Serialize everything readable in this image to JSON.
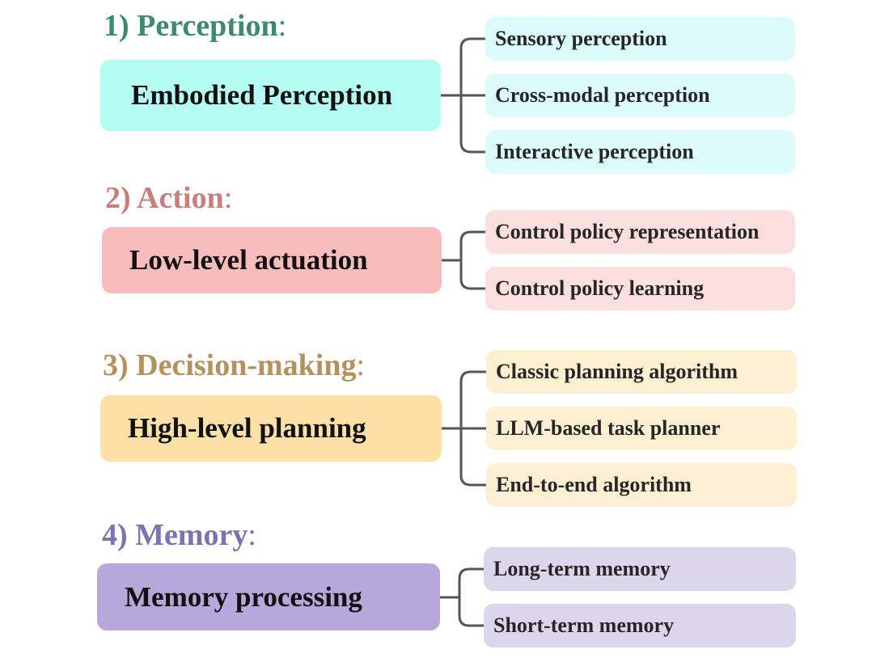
{
  "sections": [
    {
      "heading": "1) Perception",
      "colon": ":",
      "heading_color": "#3d8a6f",
      "main_label": "Embodied Perception",
      "main_color": "#b5fcf3",
      "sub_color": "#dcfcfb",
      "items": [
        "Sensory perception",
        "Cross-modal perception",
        "Interactive perception"
      ]
    },
    {
      "heading": "2) Action",
      "colon": ":",
      "heading_color": "#c97e7c",
      "main_label": "Low-level actuation",
      "main_color": "#f7bcbb",
      "sub_color": "#fbdfdf",
      "items": [
        "Control policy representation",
        "Control policy learning"
      ]
    },
    {
      "heading": "3) Decision-making",
      "colon": ":",
      "heading_color": "#b5915c",
      "main_label": "High-level planning",
      "main_color": "#fde0a5",
      "sub_color": "#fdefd2",
      "items": [
        "Classic planning algorithm",
        "LLM-based task planner",
        "End-to-end algorithm"
      ]
    },
    {
      "heading": "4) Memory",
      "colon": ":",
      "heading_color": "#7c74ae",
      "main_label": "Memory processing",
      "main_color": "#b7a7da",
      "sub_color": "#dcd6ed",
      "items": [
        "Long-term memory",
        "Short-term memory"
      ]
    }
  ]
}
